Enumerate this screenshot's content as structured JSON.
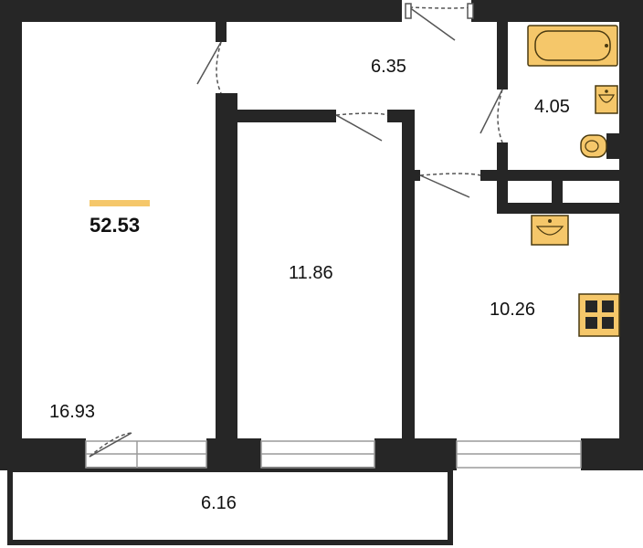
{
  "colors": {
    "wall": "#262626",
    "accent": "#f5c76a",
    "fixture_stroke": "#4a3a10",
    "window": "#9a9a9a",
    "door": "#555555"
  },
  "plan": {
    "total_area": "52.53",
    "rooms": [
      {
        "id": "living-room",
        "area": "16.93"
      },
      {
        "id": "bedroom",
        "area": "11.86"
      },
      {
        "id": "hallway",
        "area": "6.35"
      },
      {
        "id": "bathroom",
        "area": "4.05"
      },
      {
        "id": "kitchen",
        "area": "10.26"
      },
      {
        "id": "balcony",
        "area": "6.16"
      }
    ],
    "fixtures": [
      "bathtub-icon",
      "sink-icon",
      "toilet-icon",
      "kitchen-sink-icon",
      "stove-icon"
    ]
  }
}
